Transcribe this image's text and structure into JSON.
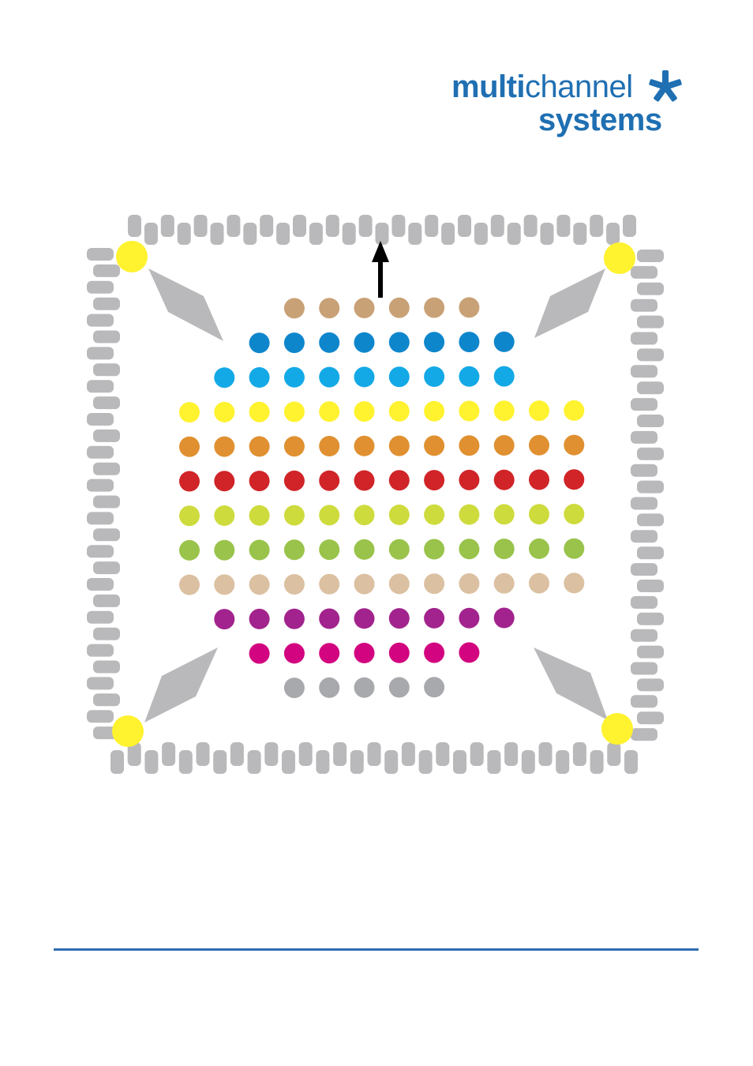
{
  "logo": {
    "word1_bold": "multi",
    "word1_light": "channel",
    "word2": "systems",
    "brand_color": "#1f6fb2",
    "mark_icon": "asterisk-icon"
  },
  "diagram": {
    "pad_color": "#b9b9bb",
    "ref_electrode_color": "#fff22e",
    "arrow_color": "#000000",
    "electrode_rows": [
      {
        "color": "#c9a176",
        "columns": [
          4,
          5,
          6,
          7,
          8,
          9
        ]
      },
      {
        "color": "#0e86cc",
        "columns": [
          3,
          4,
          5,
          6,
          7,
          8,
          9,
          10
        ]
      },
      {
        "color": "#13a9e6",
        "columns": [
          2,
          3,
          4,
          5,
          6,
          7,
          8,
          9,
          10
        ]
      },
      {
        "color": "#fff22e",
        "columns": [
          1,
          2,
          3,
          4,
          5,
          6,
          7,
          8,
          9,
          10,
          11,
          12
        ]
      },
      {
        "color": "#e09030",
        "columns": [
          1,
          2,
          3,
          4,
          5,
          6,
          7,
          8,
          9,
          10,
          11,
          12
        ]
      },
      {
        "color": "#d02428",
        "columns": [
          1,
          2,
          3,
          4,
          5,
          6,
          7,
          8,
          9,
          10,
          11,
          12
        ]
      },
      {
        "color": "#cedb3d",
        "columns": [
          1,
          2,
          3,
          4,
          5,
          6,
          7,
          8,
          9,
          10,
          11,
          12
        ]
      },
      {
        "color": "#99c34a",
        "columns": [
          1,
          2,
          3,
          4,
          5,
          6,
          7,
          8,
          9,
          10,
          11,
          12
        ]
      },
      {
        "color": "#dbc0a1",
        "columns": [
          1,
          2,
          3,
          4,
          5,
          6,
          7,
          8,
          9,
          10,
          11,
          12
        ]
      },
      {
        "color": "#a2238d",
        "columns": [
          2,
          3,
          4,
          5,
          6,
          7,
          8,
          9,
          10
        ]
      },
      {
        "color": "#d2047f",
        "columns": [
          3,
          4,
          5,
          6,
          7,
          8,
          9
        ]
      },
      {
        "color": "#a7a9ac",
        "columns": [
          4,
          5,
          6,
          7,
          8
        ]
      }
    ]
  },
  "footer": {
    "rule_color": "#2f6db3"
  }
}
